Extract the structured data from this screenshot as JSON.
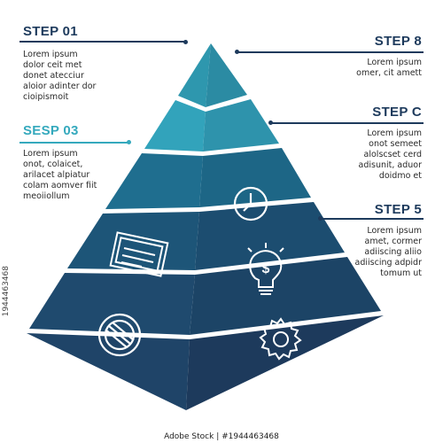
{
  "colors": {
    "tier_top": "#2b8ba3",
    "tier_upper": "#1f6e8f",
    "tier_mid": "#1d5578",
    "tier_lower": "#1c4466",
    "tier_base": "#1d3a5c",
    "accent": "#35a9bd",
    "dark": "#1d3a5c"
  },
  "steps": [
    {
      "title": "STEP 01",
      "body": "Lorem ipsum\ndolor ceit met\ndonet atecciur\naloior adinter dor\ncioipismoit",
      "color": "#1d3a5c"
    },
    {
      "title": "SESP 03",
      "body": "Lorem ipsum\nonot, colaicet,\narilacet alpiatur\ncolam aomver fiit\nmeoiiollum",
      "color": "#35a9bd"
    },
    {
      "title": "STEP 8",
      "body": "Lorem ipsum\nomer, cit amett",
      "color": "#1d3a5c"
    },
    {
      "title": "STEP C",
      "body": "Lorem ipsum\nonot  semeet\nalolscset  cerd\nadisunit, aduor\ndoidmo et",
      "color": "#1d3a5c"
    },
    {
      "title": "STEP 5",
      "body": "Lorem ipsum\namet, cormer\nadiiscing aliio\nadiiscing adpidr\ntomum ut",
      "color": "#1d3a5c"
    }
  ],
  "icons": [
    "clock-icon",
    "certificate-icon",
    "dollar-bulb-icon",
    "shield-icon",
    "gear-icon"
  ],
  "stock": {
    "id": "1944463468",
    "brand": "Adobe Stock | #1944463468"
  }
}
